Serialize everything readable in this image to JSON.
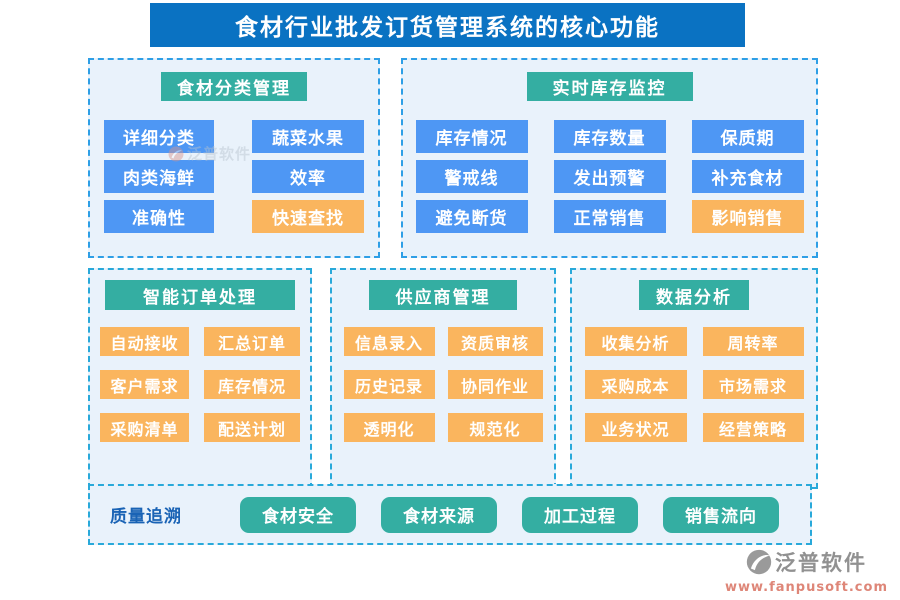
{
  "title": "食材行业批发订货管理系统的核心功能",
  "colors": {
    "title_bar": "#0a72c2",
    "panel_bg": "#e9f2fb",
    "panel_border_blue": "#2e9fe6",
    "panel_border_cyan": "#29a9da",
    "teal": "#34aea2",
    "blue_button": "#4e97f4",
    "orange_button": "#fab55e",
    "strip_label_text": "#1a63b5",
    "logo_text": "#919191",
    "logo_url_text": "#de8678"
  },
  "panels": [
    {
      "header": "食材分类管理",
      "buttons": [
        {
          "label": "详细分类",
          "color": "blue"
        },
        {
          "label": "蔬菜水果",
          "color": "blue"
        },
        {
          "label": "肉类海鲜",
          "color": "blue"
        },
        {
          "label": "效率",
          "color": "blue"
        },
        {
          "label": "准确性",
          "color": "blue"
        },
        {
          "label": "快速查找",
          "color": "orange"
        }
      ]
    },
    {
      "header": "实时库存监控",
      "buttons": [
        {
          "label": "库存情况",
          "color": "blue"
        },
        {
          "label": "库存数量",
          "color": "blue"
        },
        {
          "label": "保质期",
          "color": "blue"
        },
        {
          "label": "警戒线",
          "color": "blue"
        },
        {
          "label": "发出预警",
          "color": "blue"
        },
        {
          "label": "补充食材",
          "color": "blue"
        },
        {
          "label": "避免断货",
          "color": "blue"
        },
        {
          "label": "正常销售",
          "color": "blue"
        },
        {
          "label": "影响销售",
          "color": "orange"
        }
      ]
    },
    {
      "header": "智能订单处理",
      "buttons": [
        {
          "label": "自动接收",
          "color": "orange"
        },
        {
          "label": "汇总订单",
          "color": "orange"
        },
        {
          "label": "客户需求",
          "color": "orange"
        },
        {
          "label": "库存情况",
          "color": "orange"
        },
        {
          "label": "采购清单",
          "color": "orange"
        },
        {
          "label": "配送计划",
          "color": "orange"
        }
      ]
    },
    {
      "header": "供应商管理",
      "buttons": [
        {
          "label": "信息录入",
          "color": "orange"
        },
        {
          "label": "资质审核",
          "color": "orange"
        },
        {
          "label": "历史记录",
          "color": "orange"
        },
        {
          "label": "协同作业",
          "color": "orange"
        },
        {
          "label": "透明化",
          "color": "orange"
        },
        {
          "label": "规范化",
          "color": "orange"
        }
      ]
    },
    {
      "header": "数据分析",
      "buttons": [
        {
          "label": "收集分析",
          "color": "orange"
        },
        {
          "label": "周转率",
          "color": "orange"
        },
        {
          "label": "采购成本",
          "color": "orange"
        },
        {
          "label": "市场需求",
          "color": "orange"
        },
        {
          "label": "业务状况",
          "color": "orange"
        },
        {
          "label": "经营策略",
          "color": "orange"
        }
      ]
    }
  ],
  "bottom_strip": {
    "label": "质量追溯",
    "buttons": [
      {
        "label": "食材安全"
      },
      {
        "label": "食材来源"
      },
      {
        "label": "加工过程"
      },
      {
        "label": "销售流向"
      }
    ]
  },
  "watermark": {
    "text": "泛普软件"
  },
  "logo": {
    "name": "泛普软件",
    "url": "www.fanpusoft.com"
  }
}
